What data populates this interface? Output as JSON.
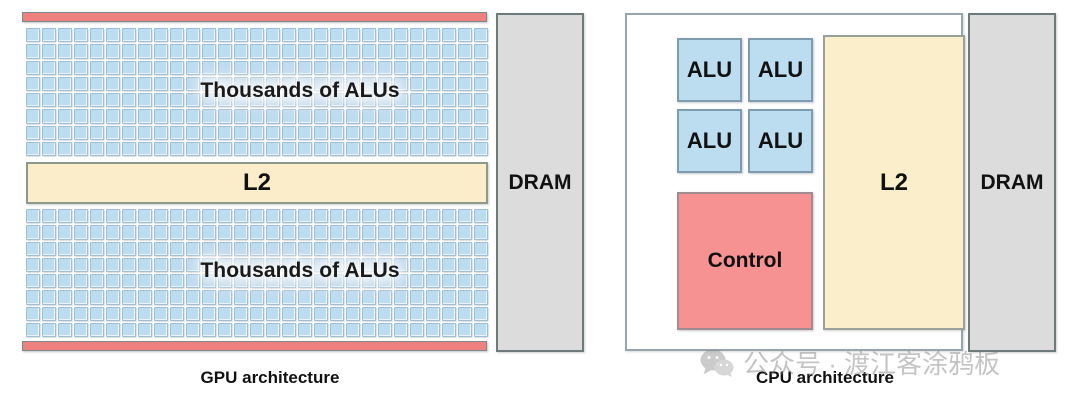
{
  "diagram": {
    "title": "GPU architecture vs CPU architecture",
    "colors": {
      "alu_blue": "#bcdcf0",
      "alu_border": "#9dbfd6",
      "l2_cream": "#fbedc9",
      "l2_border": "#8c9a8c",
      "dram_gray": "#dcdcdc",
      "dram_border": "#6e7a7a",
      "control_red": "#f69292",
      "control_border": "#a08b90",
      "bus_red": "#ef8080",
      "panel_border": "#98a4ae",
      "text": "#111111",
      "watermark": "#7d7d7d"
    }
  },
  "gpu": {
    "caption": "GPU architecture",
    "alu_block_top_label": "Thousands of ALUs",
    "alu_block_bottom_label": "Thousands of ALUs",
    "l2_label": "L2",
    "dram_label": "DRAM",
    "grid_columns": 29,
    "grid_rows": 8,
    "alu_cell_count_per_block": 232,
    "bus_bar_top": "memory-bus-bar",
    "bus_bar_bottom": "memory-bus-bar"
  },
  "cpu": {
    "caption": "CPU architecture",
    "alus": [
      {
        "label": "ALU"
      },
      {
        "label": "ALU"
      },
      {
        "label": "ALU"
      },
      {
        "label": "ALU"
      }
    ],
    "control_label": "Control",
    "l2_label": "L2",
    "dram_label": "DRAM"
  },
  "watermark": {
    "icon": "wechat-icon",
    "text": "公众号 · 渡江客涂鸦板"
  }
}
